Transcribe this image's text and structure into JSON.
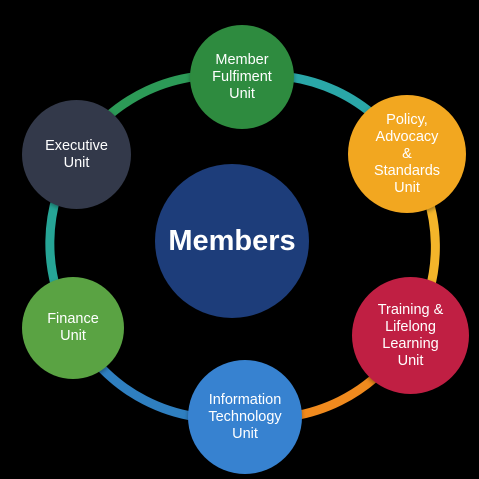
{
  "center": {
    "label": "Members",
    "color": "#1d3d7a"
  },
  "units": [
    {
      "id": "member",
      "label": "Member\nFulfiment\nUnit",
      "color": "#2e8b3f"
    },
    {
      "id": "policy",
      "label": "Policy,\nAdvocacy\n&\nStandards\nUnit",
      "color": "#f2a720"
    },
    {
      "id": "training",
      "label": "Training &\nLifelong\nLearning\nUnit",
      "color": "#c01f43"
    },
    {
      "id": "it",
      "label": "Information\nTechnology\nUnit",
      "color": "#3782d0"
    },
    {
      "id": "finance",
      "label": "Finance\nUnit",
      "color": "#5aa343"
    },
    {
      "id": "exec",
      "label": "Executive\nUnit",
      "color": "#33394a"
    }
  ],
  "ring_colors": {
    "member_to_policy": "#2aa7a8",
    "policy_to_training": "#f4b52a",
    "training_to_it": "#f08a1e",
    "it_to_finance": "#2f7fc0",
    "finance_to_exec": "#26a596",
    "exec_to_member": "#2c9a57"
  }
}
